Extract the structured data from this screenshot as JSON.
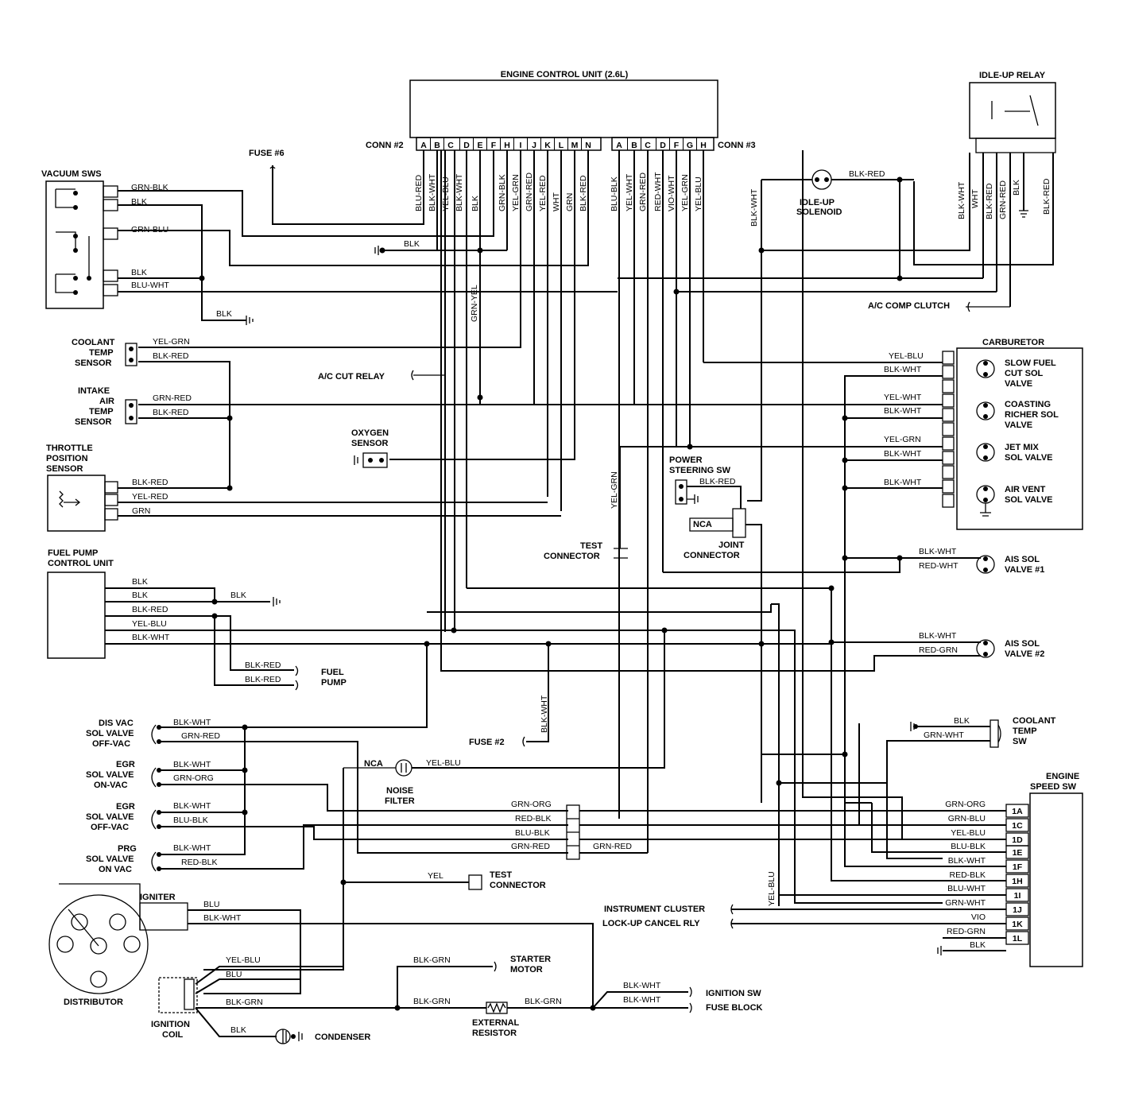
{
  "ecu": {
    "title": "ENGINE CONTROL UNIT (2.6L)",
    "conn2_label": "CONN #2",
    "conn3_label": "CONN #3",
    "conn2_pins": [
      "A",
      "B",
      "C",
      "D",
      "E",
      "F",
      "H",
      "I",
      "J",
      "K",
      "L",
      "M",
      "N"
    ],
    "conn3_pins": [
      "A",
      "B",
      "C",
      "D",
      "F",
      "G",
      "H"
    ],
    "conn2_wires": [
      "BLU-RED",
      "BLK-WHT",
      "YEL-BLU",
      "BLK-WHT",
      "BLK",
      "GRN-BLK",
      "YEL-GRN",
      "GRN-RED",
      "YEL-RED",
      "WHT",
      "GRN",
      "BLK-RED"
    ],
    "conn3_wires": [
      "BLU-BLK",
      "YEL-WHT",
      "GRN-RED",
      "RED-WHT",
      "VIO-WHT",
      "YEL-GRN",
      "YEL-BLU"
    ]
  },
  "idle_up_relay": {
    "title": "IDLE-UP RELAY",
    "wires": [
      "BLK-WHT",
      "WHT",
      "BLK-RED",
      "GRN-RED",
      "BLK",
      "BLK-RED"
    ]
  },
  "idle_up_solenoid": {
    "label_line1": "IDLE-UP",
    "label_line2": "SOLENOID",
    "wire": "BLK-RED"
  },
  "fuse6": "FUSE #6",
  "fuse2": "FUSE #2",
  "vacuum_sws": {
    "title": "VACUUM SWS",
    "wires": [
      "GRN-BLK",
      "BLK",
      "GRN-BLU",
      "BLK",
      "BLU-WHT"
    ],
    "ground_wire": "BLK"
  },
  "ecu_ground_wire": "BLK",
  "ecu_blkwht_label": "BLK-WHT",
  "grn_yel_label": "GRN-YEL",
  "ac_comp_clutch": "A/C COMP CLUTCH",
  "ac_cut_relay": "A/C CUT RELAY",
  "coolant_temp_sensor": {
    "lines": [
      "COOLANT",
      "TEMP",
      "SENSOR"
    ],
    "wires": [
      "YEL-GRN",
      "BLK-RED"
    ]
  },
  "intake_air_temp_sensor": {
    "lines": [
      "INTAKE",
      "AIR",
      "TEMP",
      "SENSOR"
    ],
    "wires": [
      "GRN-RED",
      "BLK-RED"
    ]
  },
  "oxygen_sensor": {
    "lines": [
      "OXYGEN",
      "SENSOR"
    ]
  },
  "throttle_position_sensor": {
    "lines": [
      "THROTTLE",
      "POSITION",
      "SENSOR"
    ],
    "wires": [
      "BLK-RED",
      "YEL-RED",
      "GRN"
    ]
  },
  "carburetor": {
    "title": "CARBURETOR",
    "wires": [
      "YEL-BLU",
      "BLK-WHT",
      "YEL-WHT",
      "BLK-WHT",
      "YEL-GRN",
      "BLK-WHT",
      "BLK-WHT"
    ],
    "valves": [
      [
        "SLOW FUEL",
        "CUT SOL",
        "VALVE"
      ],
      [
        "COASTING",
        "RICHER SOL",
        "VALVE"
      ],
      [
        "JET MIX",
        "SOL VALVE"
      ],
      [
        "AIR VENT",
        "SOL VALVE"
      ]
    ]
  },
  "power_steering_sw": {
    "lines": [
      "POWER",
      "STEERING SW"
    ],
    "wire": "BLK-RED"
  },
  "yel_grn_vertical": "YEL-GRN",
  "joint_connector": {
    "nca": "NCA",
    "lines": [
      "JOINT",
      "CONNECTOR"
    ]
  },
  "test_connector_top": {
    "lines": [
      "TEST",
      "CONNECTOR"
    ]
  },
  "ais_sol_valve1": {
    "lines": [
      "AIS SOL",
      "VALVE #1"
    ],
    "wires": [
      "BLK-WHT",
      "RED-WHT"
    ]
  },
  "ais_sol_valve2": {
    "lines": [
      "AIS SOL",
      "VALVE #2"
    ],
    "wires": [
      "BLK-WHT",
      "RED-GRN"
    ]
  },
  "fuel_pump_control_unit": {
    "lines": [
      "FUEL PUMP",
      "CONTROL UNIT"
    ],
    "wires": [
      "BLK",
      "BLK",
      "BLK-RED",
      "YEL-BLU",
      "BLK-WHT"
    ],
    "ground_wire": "BLK"
  },
  "fuel_pump": {
    "lines": [
      "FUEL",
      "PUMP"
    ],
    "wires": [
      "BLK-RED",
      "BLK-RED"
    ]
  },
  "fuse2_wire": "BLK-WHT",
  "coolant_temp_sw": {
    "lines": [
      "COOLANT",
      "TEMP",
      "SW"
    ],
    "wires": [
      "BLK",
      "GRN-WHT"
    ]
  },
  "dis_vac": {
    "lines": [
      "DIS VAC",
      "SOL VALVE",
      "OFF-VAC"
    ],
    "wires": [
      "BLK-WHT",
      "GRN-RED"
    ]
  },
  "egr_on": {
    "lines": [
      "EGR",
      "SOL VALVE",
      "ON-VAC"
    ],
    "wires": [
      "BLK-WHT",
      "GRN-ORG"
    ]
  },
  "egr_off": {
    "lines": [
      "EGR",
      "SOL VALVE",
      "OFF-VAC"
    ],
    "wires": [
      "BLK-WHT",
      "BLU-BLK"
    ]
  },
  "prg": {
    "lines": [
      "PRG",
      "SOL VALVE",
      "ON VAC"
    ],
    "wires": [
      "BLK-WHT",
      "RED-BLK"
    ]
  },
  "noise_filter": {
    "nca": "NCA",
    "wire": "YEL-BLU",
    "lines": [
      "NOISE",
      "FILTER"
    ]
  },
  "mid_connector_wires": [
    "GRN-ORG",
    "RED-BLK",
    "BLU-BLK",
    "GRN-RED"
  ],
  "mid_connector_out": "GRN-RED",
  "test_connector_bottom": {
    "wire": "YEL",
    "lines": [
      "TEST",
      "CONNECTOR"
    ]
  },
  "engine_speed_sw": {
    "title_lines": [
      "ENGINE",
      "SPEED SW"
    ],
    "pins": [
      "1A",
      "1C",
      "1D",
      "1E",
      "1F",
      "1H",
      "1I",
      "1J",
      "1K",
      "1L"
    ],
    "wires": [
      "GRN-ORG",
      "GRN-BLU",
      "YEL-BLU",
      "BLU-BLK",
      "BLK-WHT",
      "RED-BLK",
      "BLU-WHT",
      "GRN-WHT",
      "VIO",
      "RED-GRN",
      "BLK"
    ]
  },
  "yel_blu_vertical": "YEL-BLU",
  "instrument_cluster": "INSTRUMENT CLUSTER",
  "lockup_cancel": "LOCK-UP CANCEL RLY",
  "igniter": {
    "label": "IGNITER",
    "wires": [
      "BLU",
      "BLK-WHT"
    ]
  },
  "distributor": "DISTRIBUTOR",
  "ignition_coil": {
    "lines": [
      "IGNITION",
      "COIL"
    ],
    "wires": [
      "YEL-BLU",
      "BLU",
      "BLK-GRN",
      "BLK"
    ]
  },
  "condenser": "CONDENSER",
  "starter_motor": {
    "lines": [
      "STARTER",
      "MOTOR"
    ],
    "wire": "BLK-GRN"
  },
  "external_resistor": {
    "lines": [
      "EXTERNAL",
      "RESISTOR"
    ],
    "wires": [
      "BLK-GRN",
      "BLK-GRN"
    ]
  },
  "ignition_sw": {
    "label": "IGNITION SW",
    "wire": "BLK-WHT"
  },
  "fuse_block": {
    "label": "FUSE BLOCK",
    "wire": "BLK-WHT"
  }
}
